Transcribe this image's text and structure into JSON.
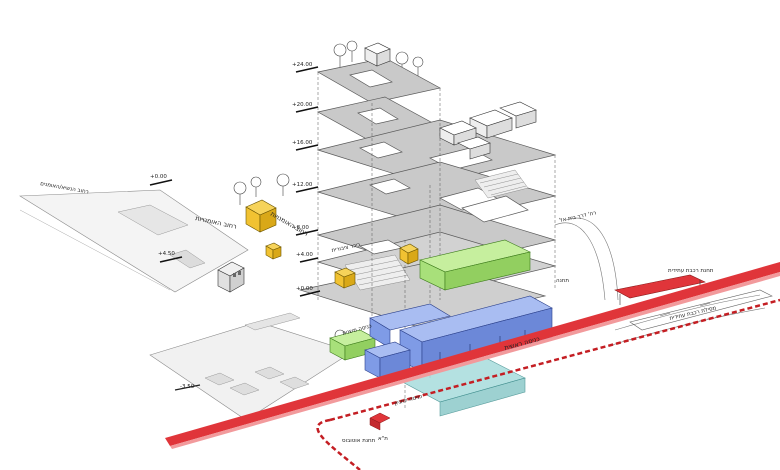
{
  "labels": {
    "street_left": "רחוב הנשיא/האומנים",
    "street_mid": "רחוב האומנויות",
    "street_top": "רחוב האומנויות",
    "road_right": "רח' דרך בית אל",
    "road_right_small": "תחנה",
    "station_platform": "תחנת רכבת עתידית",
    "rail_future": "מסילת רכבת עתידית",
    "main_entry": "כניסה ראשית",
    "public_space": "כיכר ציבורית",
    "plaza_label": "כניסה משנית",
    "bus_stop": "תחנת אוטובוס",
    "parking_entry": "כניסה לחניון",
    "bus_label": "ת\"א",
    "lev_1": "+0.00",
    "lev_2": "+4.00",
    "lev_3": "+8.00",
    "lev_4": "+12.00",
    "lev_5": "+16.00",
    "lev_6": "+20.00",
    "lev_7": "+24.00",
    "lev_8": "-3.50",
    "lev_9": "+0.00",
    "lev_10": "+4.50"
  },
  "colors": {
    "rail_red": "#e0353a",
    "floor_gray": "#c9c9c9",
    "floor_edge": "#5a5a5a",
    "blue": "#7f9be6",
    "green": "#a8e07a",
    "yellow": "#f1c232",
    "teal": "#a7dcdc"
  }
}
